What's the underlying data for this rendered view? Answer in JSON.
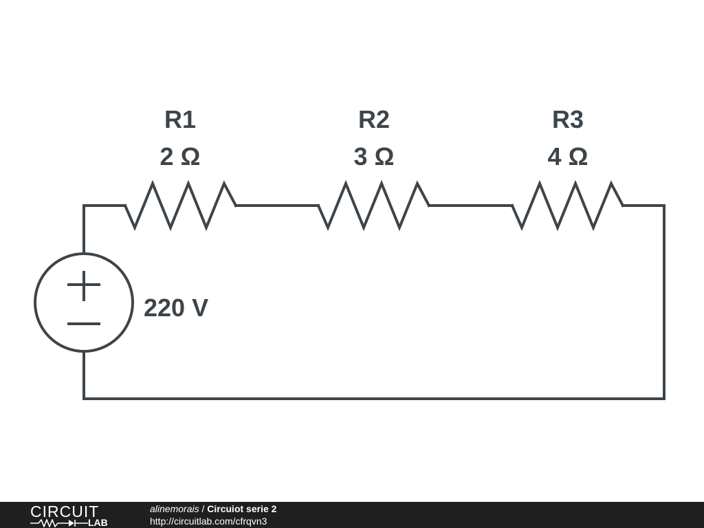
{
  "circuit": {
    "components": [
      {
        "id": "r1",
        "name": "R1",
        "value": "2 Ω"
      },
      {
        "id": "r2",
        "name": "R2",
        "value": "3 Ω"
      },
      {
        "id": "r3",
        "name": "R3",
        "value": "4 Ω"
      }
    ],
    "source": {
      "value": "220 V",
      "plus": "+",
      "minus": "−"
    }
  },
  "footer": {
    "logo_top": "CIRCUIT",
    "logo_bottom": "LAB",
    "author": "alinemorais",
    "separator": " / ",
    "title": "Circuiot serie 2",
    "url": "http://circuitlab.com/cfrqvn3"
  },
  "colors": {
    "stroke": "#3d454b",
    "footer_bg": "#1f1f1f",
    "footer_text": "#ffffff"
  }
}
